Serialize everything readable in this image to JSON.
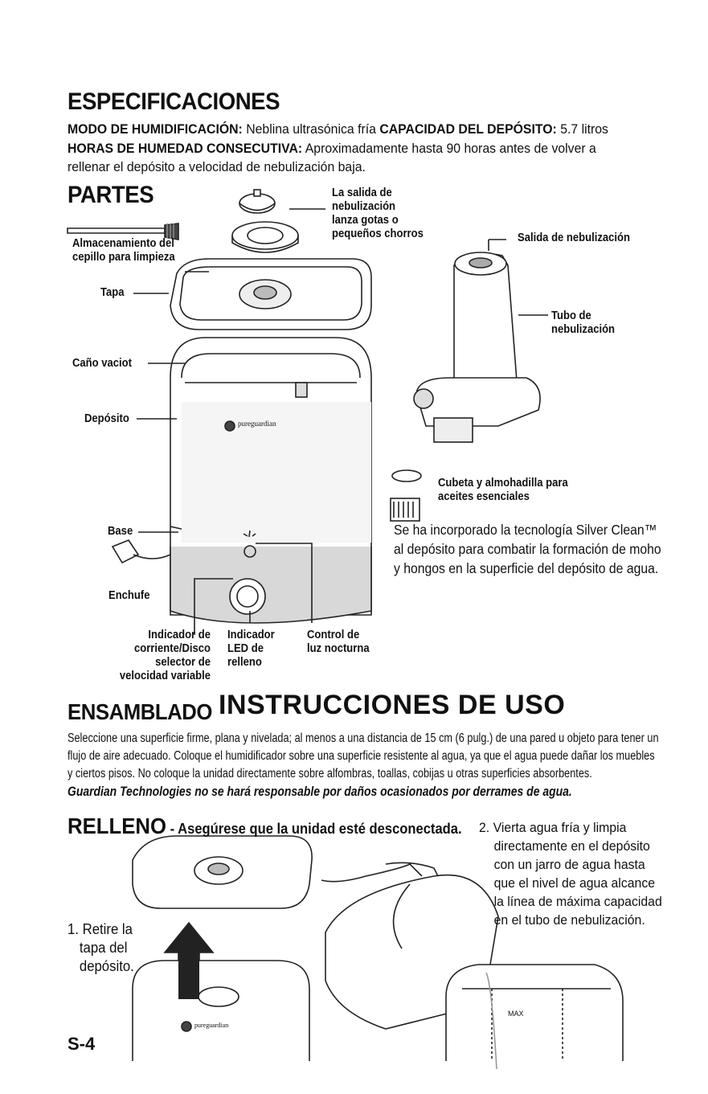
{
  "spec": {
    "title": "ESPECIFICACIONES",
    "mode_label": "MODO DE HUMIDIFICACIÓN:",
    "mode_value": " Neblina ultrasónica fría ",
    "capacity_label": "CAPACIDAD DEL DEPÓSITO:",
    "capacity_value": " 5.7 litros",
    "hours_label": "HORAS DE HUMEDAD CONSECUTIVA:",
    "hours_value": " Aproximadamente hasta 90 horas antes de volver a",
    "hours_value2": "rellenar el depósito a velocidad de nebulización baja."
  },
  "parts": {
    "title": "PARTES",
    "labels": {
      "brush": [
        "Almacenamiento del",
        "cepillo para limpieza"
      ],
      "lid": "Tapa",
      "spout": "Caño vaciot",
      "tank": "Depósito",
      "base": "Base",
      "plug": "Enchufe",
      "nozzle": [
        "La salida de",
        "nebulización",
        "lanza gotas o",
        "pequeños chorros"
      ],
      "mist_outlet": "Salida de nebulización",
      "mist_tube": [
        "Tubo de",
        "nebulización"
      ],
      "tray": [
        "Cubeta y almohadilla para",
        "aceites esenciales"
      ],
      "power": [
        "Indicador de",
        "corriente/Disco",
        "selector de",
        "velocidad variable"
      ],
      "led": [
        "Indicador",
        "LED de",
        "relleno"
      ],
      "night": [
        "Control de",
        "luz nocturna"
      ]
    },
    "brand": "pureguardian",
    "silver": [
      "Se ha incorporado la tecnología Silver Clean™",
      "al depósito para combatir la formación de moho",
      "y hongos en la superficie del depósito de agua."
    ]
  },
  "assembly": {
    "title": "ENSAMBLADO",
    "instructions_title": "INSTRUCCIONES DE USO",
    "lines": [
      "Seleccione una superficie firme, plana y nivelada; al menos a una distancia de 15 cm (6 pulg.) de una pared u objeto para tener un",
      "flujo de aire adecuado. Coloque el humidificador sobre una superficie resistente al agua, ya que el agua puede dañar los muebles",
      "y ciertos pisos. No coloque la unidad directamente sobre alfombras, toallas, cobijas u otras superficies absorbentes."
    ],
    "warning": "Guardian Technologies no se hará responsable por daños ocasionados por derrames de agua."
  },
  "refill": {
    "title": "RELLENO",
    "subtitle": " - Asegúrese que la unidad esté desconectada.",
    "step1": [
      "1. Retire la",
      "tapa del",
      "depósito."
    ],
    "step2": [
      "2. Vierta agua fría y limpia",
      "directamente en el depósito",
      "con un jarro de agua hasta",
      "que el nivel de agua alcance",
      "la línea de máxima capacidad",
      "en el tubo de nebulización."
    ],
    "max": "MAX"
  },
  "page_number": "S-4"
}
